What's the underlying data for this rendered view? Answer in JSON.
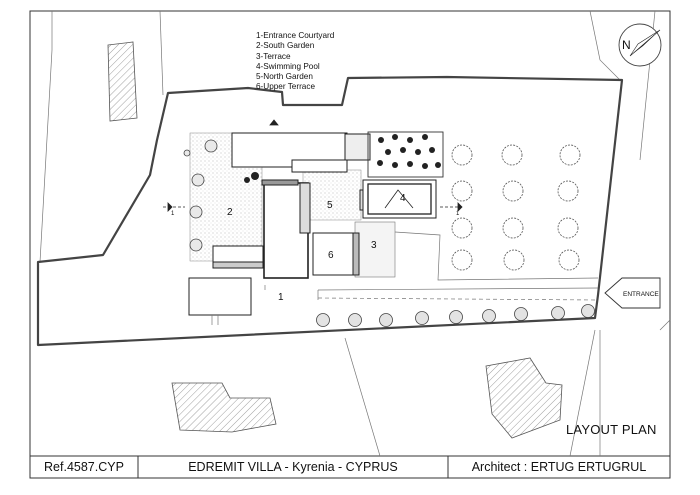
{
  "legend": {
    "items": [
      "1-Entrance Courtyard",
      "2-South Garden",
      "3-Terrace",
      "4-Swimming Pool",
      "5-North Garden",
      "6-Upper Terrace"
    ]
  },
  "plan": {
    "title": "LAYOUT PLAN",
    "entrance_label": "ENTRANCE",
    "north_label": "N",
    "zone_numbers": [
      "1",
      "2",
      "3",
      "4",
      "5",
      "6"
    ],
    "section_marks": [
      "1",
      "1"
    ]
  },
  "title_block": {
    "ref": "Ref.4587.CYP",
    "project": "EDREMIT VILLA - Kyrenia - CYPRUS",
    "architect": "Architect : ERTUG ERTUGRUL"
  }
}
